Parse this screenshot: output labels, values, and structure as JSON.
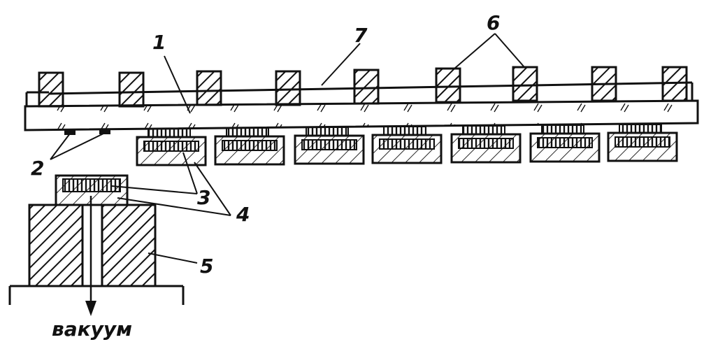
{
  "labels": {
    "l1": "1",
    "l2": "2",
    "l3": "3",
    "l4": "4",
    "l5": "5",
    "l6": "6",
    "l7": "7",
    "vacuum": "вакуум"
  },
  "colors": {
    "ink": "#111111",
    "background": "#ffffff"
  }
}
